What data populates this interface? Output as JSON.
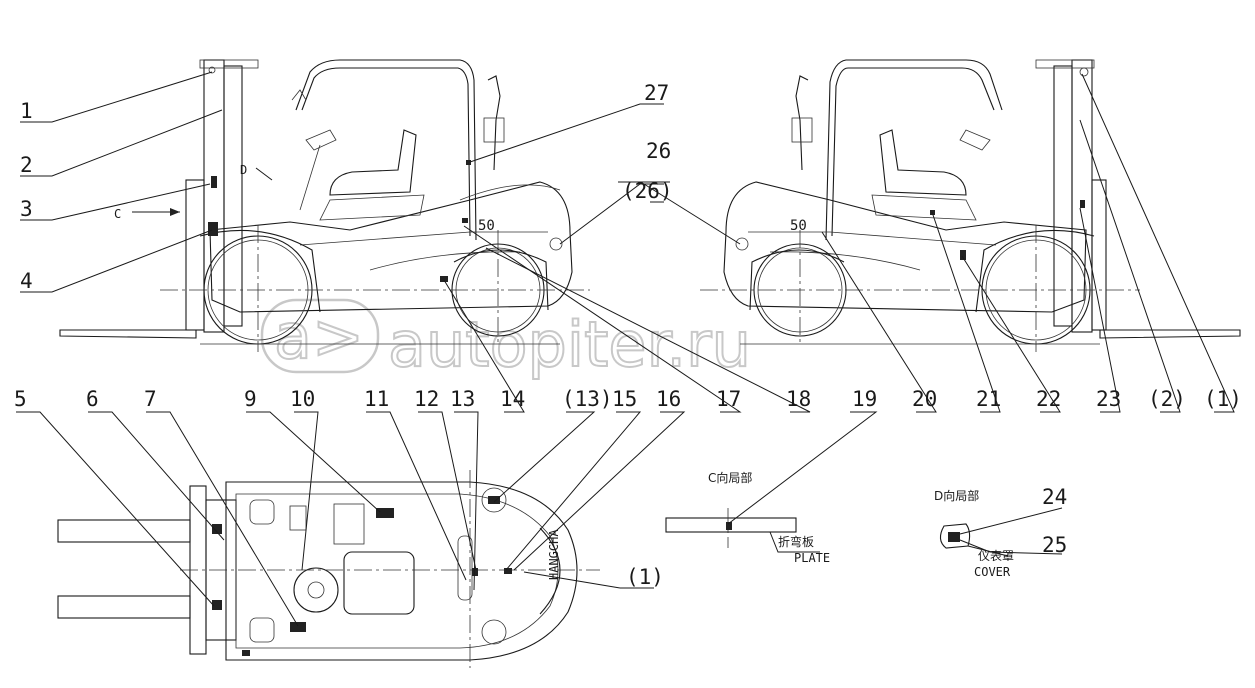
{
  "watermark": {
    "text": "autopiter.ru"
  },
  "corner_mark": "",
  "left_view": {
    "view_c_arrow_label": "C",
    "view_d_label": "D",
    "model_number": "50"
  },
  "right_view": {
    "model_number": "50"
  },
  "callouts_top_left": [
    "1",
    "2",
    "3",
    "4"
  ],
  "callouts_top_middle": [
    "27",
    "26",
    "(26)"
  ],
  "callouts_top_bottom": [
    "14",
    "17",
    "18",
    "20",
    "21",
    "22",
    "23",
    "(2)",
    "(1)"
  ],
  "callouts_plan": [
    "5",
    "6",
    "7",
    "9",
    "10",
    "11",
    "12",
    "13",
    "(13)",
    "15",
    "16",
    "19"
  ],
  "plan_extra_callout": "(1)",
  "detail_c": {
    "title": "C向局部",
    "part_cn": "折弯板",
    "part_en": "PLATE"
  },
  "detail_d": {
    "title": "D向局部",
    "part_cn": "仪表罩",
    "part_en": "COVER",
    "callouts": [
      "24",
      "25"
    ]
  }
}
